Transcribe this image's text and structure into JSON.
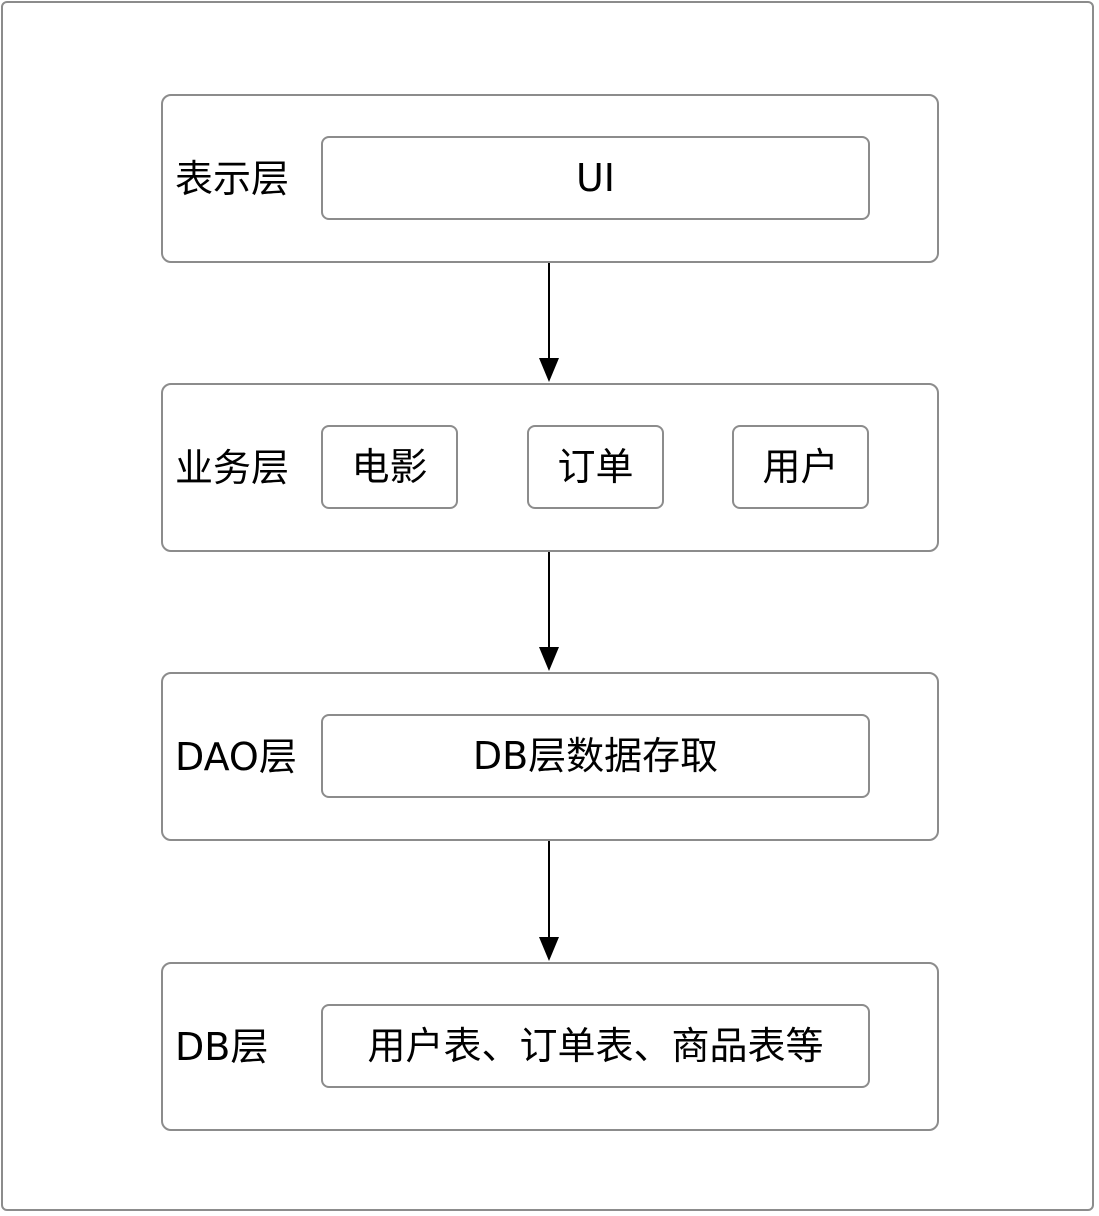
{
  "layers": [
    {
      "label": "表示层",
      "components": [
        "UI"
      ]
    },
    {
      "label": "业务层",
      "components": [
        "电影",
        "订单",
        "用户"
      ]
    },
    {
      "label": "DAO层",
      "components": [
        "DB层数据存取"
      ]
    },
    {
      "label": "DB层",
      "components": [
        "用户表、订单表、商品表等"
      ]
    }
  ],
  "colors": {
    "border": "#8c8c8c",
    "arrow": "#000000"
  }
}
